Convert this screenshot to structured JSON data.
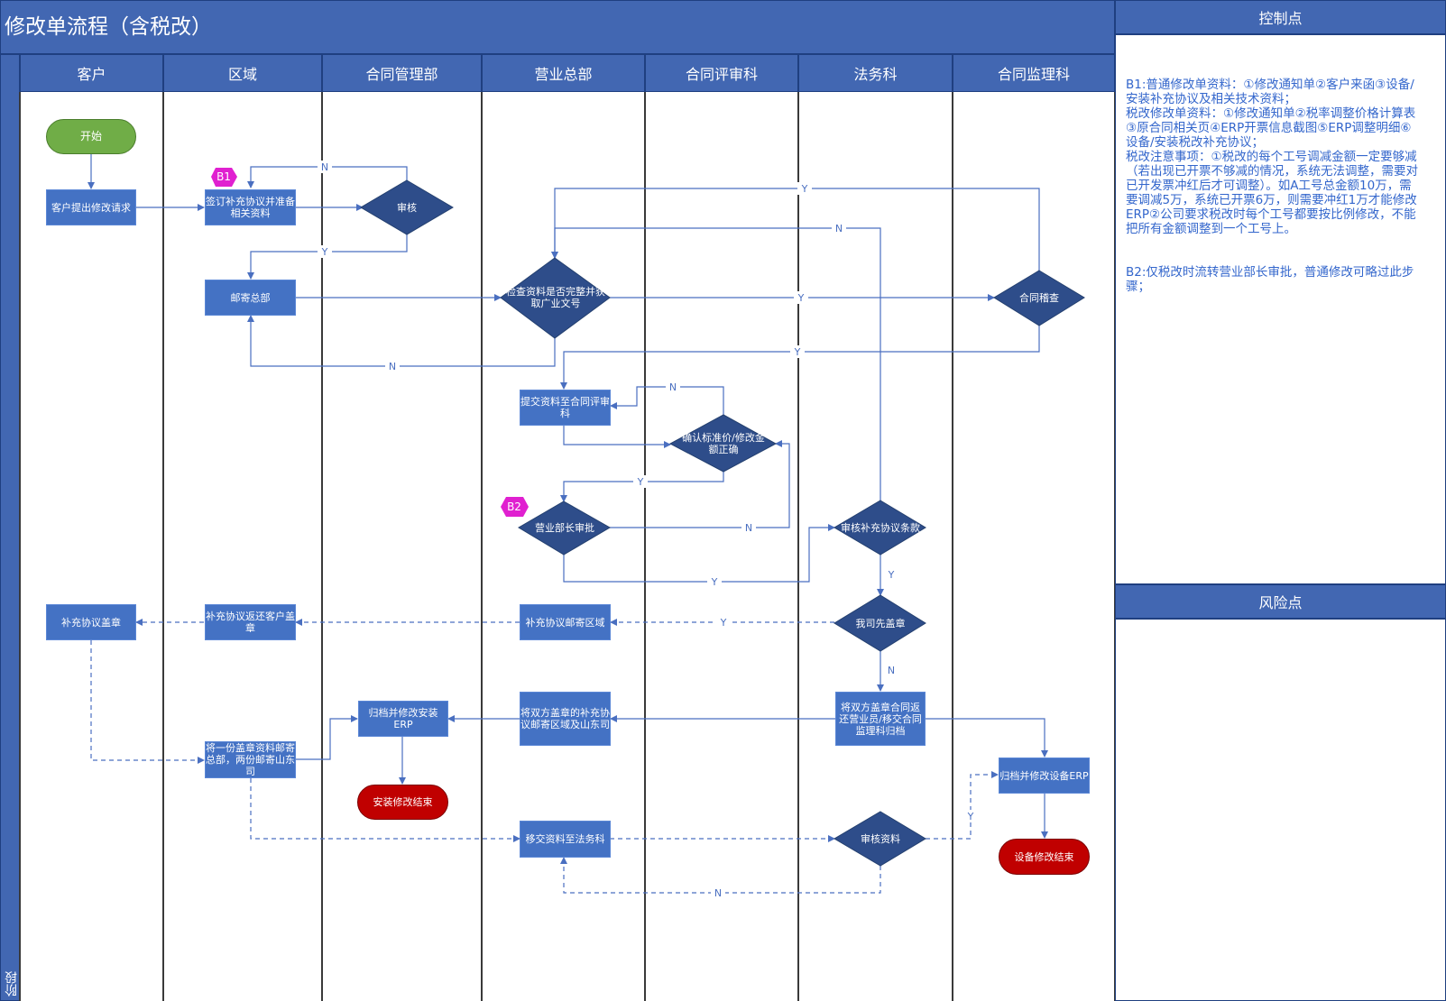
{
  "title": "修改单流程（含税改）",
  "stage_label": "阶段",
  "lanes": [
    "客户",
    "区域",
    "合同管理部",
    "营业总部",
    "合同评审科",
    "法务科",
    "合同监理科"
  ],
  "side": {
    "control_title": "控制点",
    "risk_title": "风险点",
    "control_lines": [
      "B1:普通修改单资料：①修改通知单②客户来函③设备/安装补充协议及相关技术资料；",
      "税改修改单资料：①修改通知单②税率调整价格计算表③原合同相关页④ERP开票信息截图⑤ERP调整明细⑥设备/安装税改补充协议；",
      "税改注意事项：①税改的每个工号调减金额一定要够减（若出现已开票不够减的情况，系统无法调整，需要对已开发票冲红后才可调整）。如A工号总金额10万，需要调减5万，系统已开票6万，则需要冲红1万才能修改ERP②公司要求税改时每个工号都要按比例修改，不能把所有金额调整到一个工号上。",
      "",
      "B2:仅税改时流转营业部长审批，普通修改可略过此步骤；"
    ]
  },
  "nodes": {
    "start": "开始",
    "customer_request": "客户提出修改请求",
    "sign_supplement": "签订补充协议并准备相关资料",
    "review": "审核",
    "mail_hq": "邮寄总部",
    "check_materials": "检查资料是否完整并获取广业文号",
    "contract_audit": "合同稽查",
    "submit_review": "提交资料至合同评审科",
    "confirm_price": "确认标准价/修改金额正确",
    "manager_approval": "营业部长审批",
    "review_terms": "审核补充协议条款",
    "company_stamp": "我司先盖章",
    "mail_region": "补充协议邮寄区域",
    "return_customer": "补充协议返还客户盖章",
    "customer_stamp": "补充协议盖章",
    "return_both": "将双方盖章合同返还营业员/移交合同监理科归档",
    "mail_both_region": "将双方盖章的补充协议邮寄区域及山东司",
    "archive_install": "归档并修改安装ERP",
    "split_mail": "将一份盖章资料邮寄总部，两份邮寄山东司",
    "install_end": "安装修改结束",
    "transfer_legal": "移交资料至法务科",
    "review_materials": "审核资料",
    "archive_equipment": "归档并修改设备ERP",
    "equipment_end": "设备修改结束"
  },
  "tags": {
    "b1": "B1",
    "b2": "B2"
  },
  "edge_labels": {
    "yes": "Y",
    "no": "N"
  },
  "colors": {
    "header": "#4267b2",
    "process": "#4472c4",
    "start": "#70ad47",
    "end": "#c00000",
    "tag": "#e020d0",
    "line": "#4a6fc0"
  }
}
